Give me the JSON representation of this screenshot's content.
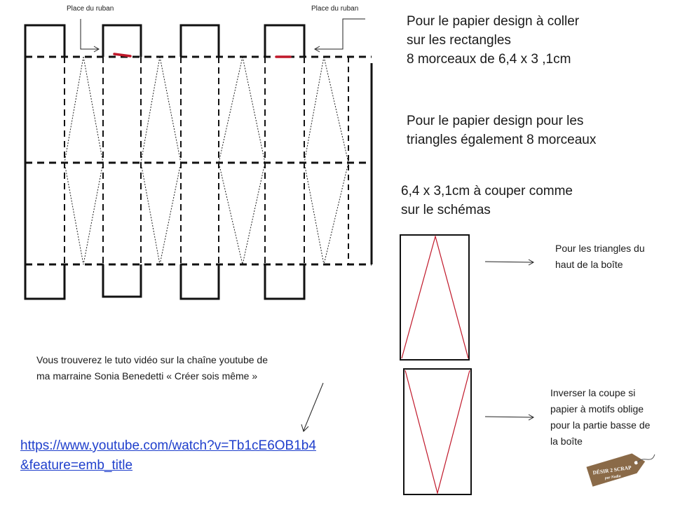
{
  "labels": {
    "ribbon_left": "Place du ruban",
    "ribbon_right": "Place du ruban"
  },
  "instructions": {
    "rectangles_line1": "Pour le papier design à coller",
    "rectangles_line2": "sur les rectangles",
    "rectangles_line3": "8 morceaux de 6,4  x 3 ,1cm",
    "triangles_line1": "Pour le papier design pour les",
    "triangles_line2": "triangles également 8 morceaux",
    "cut_line1": "6,4 x 3,1cm à couper comme",
    "cut_line2": "sur le schémas"
  },
  "notes": {
    "top_line1": "Pour les triangles du",
    "top_line2": "haut de la boîte",
    "bottom_line1": "Inverser la coupe si",
    "bottom_line2": "papier à motifs oblige",
    "bottom_line3": "pour la partie basse de",
    "bottom_line4": "la boîte"
  },
  "tutorial": {
    "line1": "Vous trouverez le tuto vidéo sur  la chaîne youtube de",
    "line2": "ma marraine Sonia Benedetti «  Créer sois même »",
    "link_line1": "https://www.youtube.com/watch?v=Tb1cE6OB1b4",
    "link_line2": "&feature=emb_title"
  },
  "logo": {
    "line1": "DÉSIR 2 SCRAP",
    "line2": "par Nadia"
  },
  "colors": {
    "accent_red": "#c0182a",
    "link_blue": "#1f3fcc",
    "logo_brown": "#8a6a48"
  }
}
